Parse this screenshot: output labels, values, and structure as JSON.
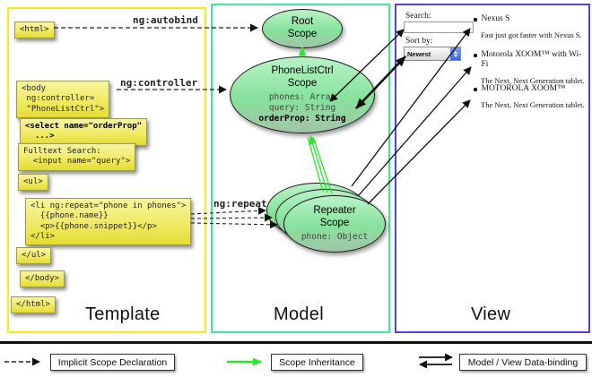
{
  "colors": {
    "template_border": "#f2ee1a",
    "model_border": "#3be89c",
    "view_border": "#5a3fd6",
    "code_box_fill": "#efe95e",
    "scope_fill": "#9ae8a8",
    "inheritance_arrow": "#2ce52c",
    "binding_arrow": "#111111"
  },
  "columns": {
    "template": {
      "label": "Template"
    },
    "model": {
      "label": "Model"
    },
    "view": {
      "label": "View"
    }
  },
  "template": {
    "arrow_labels": {
      "autobind": "ng:autobind",
      "controller": "ng:controller",
      "repeat": "ng:repeat"
    },
    "boxes": {
      "html_open": "<html>",
      "body_open": "<body\n ng:controller=\n \"PhoneListCtrl\">",
      "select": "<select name=\"orderProp\"\n  ...>",
      "fulltext": "Fulltext Search:\n  <input name=\"query\">",
      "ul_open": "<ul>",
      "li_repeat": "<li ng:repeat=\"phone in phones\">\n  {{phone.name}}\n  <p>{{phone.snippet}}</p>\n</li>",
      "ul_close": "</ul>",
      "body_close": "</body>",
      "html_close": "</html>"
    }
  },
  "model": {
    "root_scope": {
      "title": "Root\nScope"
    },
    "phonelist_scope": {
      "title": "PhoneListCtrl\nScope",
      "props": "phones: Array\nquery: String",
      "prop_bold": "orderProp: String"
    },
    "repeater_scope": {
      "title": "Repeater\nScope",
      "prop": "phone: Object"
    }
  },
  "view": {
    "search_label": "Search:",
    "sort_label": "Sort by:",
    "sort_value": "Newest",
    "items": [
      {
        "title": "Nexus S",
        "desc": "Fast just got faster with Nexus S."
      },
      {
        "title": "Motorola XOOM™ with Wi-Fi",
        "desc": "The Next, Next Generation tablet."
      },
      {
        "title": "MOTOROLA XOOM™",
        "desc": "The Next, Next Generation tablet."
      }
    ]
  },
  "legend": {
    "implicit": "Implicit Scope Declaration",
    "inheritance": "Scope Inheritance",
    "binding": "Model / View Data-binding"
  }
}
